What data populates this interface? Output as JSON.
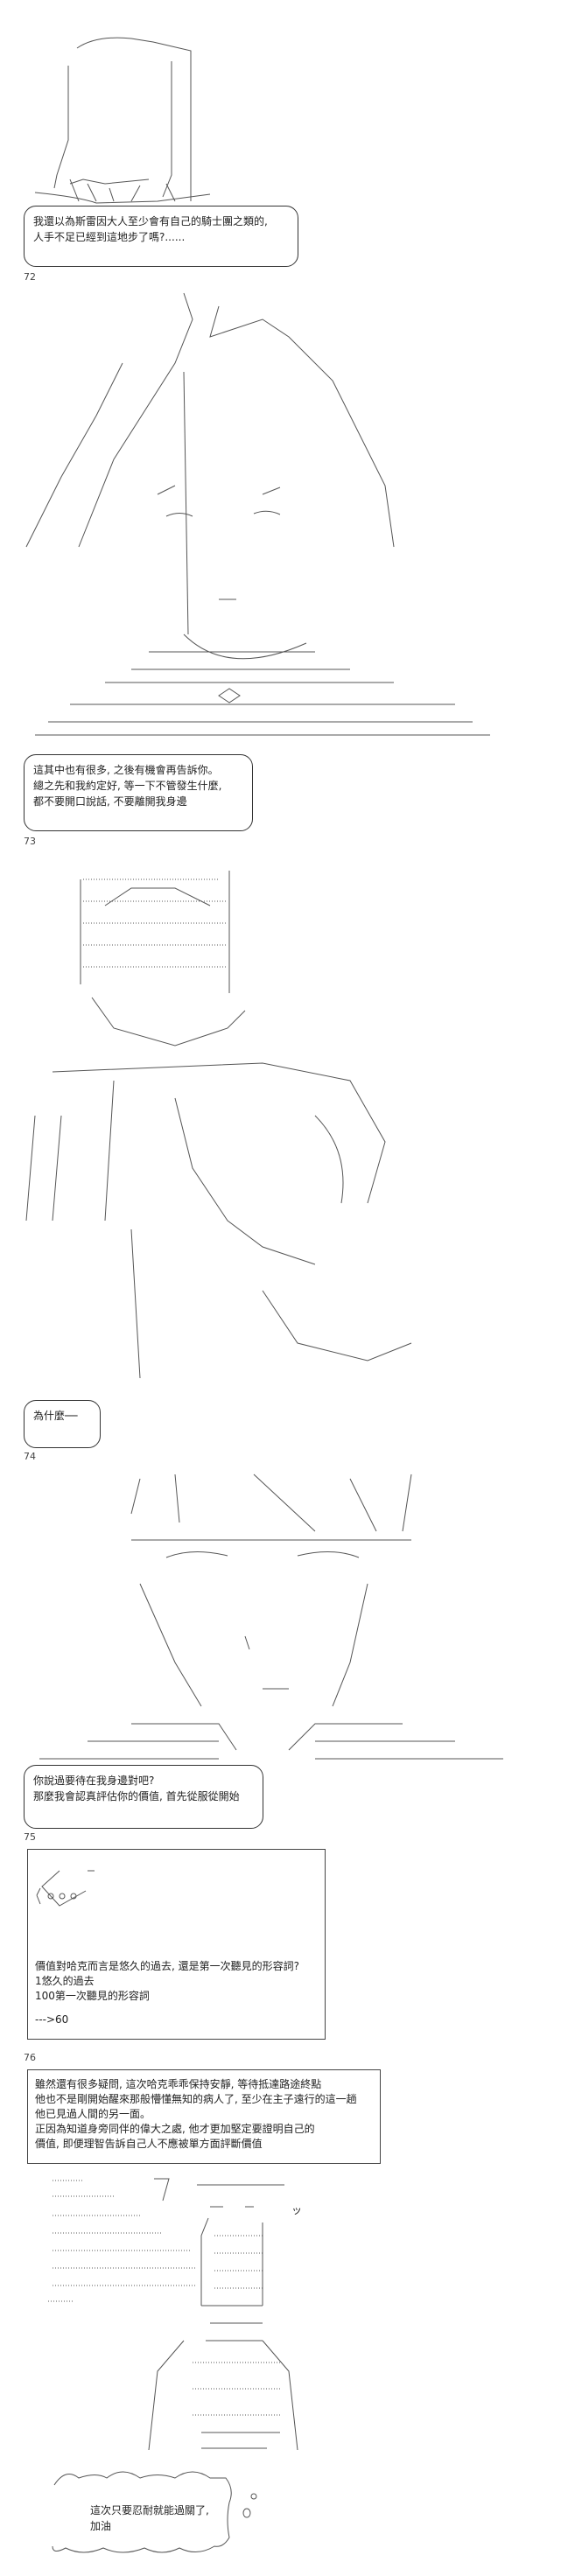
{
  "panels": [
    {
      "number": "72",
      "dialogue": [
        "我還以為斯雷因大人至少會有自己的騎士團之類的,",
        "人手不足已經到這地步了嗎?......"
      ]
    },
    {
      "number": "73",
      "dialogue": [
        "這其中也有很多, 之後有機會再告訴你。",
        "總之先和我約定好, 等一下不管發生什麼,",
        "都不要開口說話, 不要離開我身邊"
      ]
    },
    {
      "number": "74",
      "dialogue": [
        "為什麼──"
      ]
    },
    {
      "number": "75",
      "dialogue": [
        "你說過要待在我身邊對吧?",
        "那麼我會認真評估你的價值, 首先從服從開始"
      ]
    },
    {
      "number": "76",
      "dice_box": {
        "question": "價值對哈克而言是悠久的過去, 還是第一次聽見的形容詞?",
        "options": [
          "1悠久的過去",
          "100第一次聽見的形容詞"
        ],
        "result": "--->60"
      },
      "narration": [
        "雖然還有很多疑問, 這次哈克乖乖保持安靜, 等待抵達路途終點",
        "他也不是剛開始醒來那般懵懂無知的病人了, 至少在主子遠行的這一趟",
        "他已見過人間的另一面。",
        "正因為知道身旁同伴的偉大之處, 他才更加堅定要證明自己的",
        "價值, 即便理智告訴自己人不應被單方面評斷價值"
      ],
      "sfx": "ッ",
      "thought": [
        "這次只要忍耐就能過關了,",
        "加油"
      ]
    }
  ]
}
